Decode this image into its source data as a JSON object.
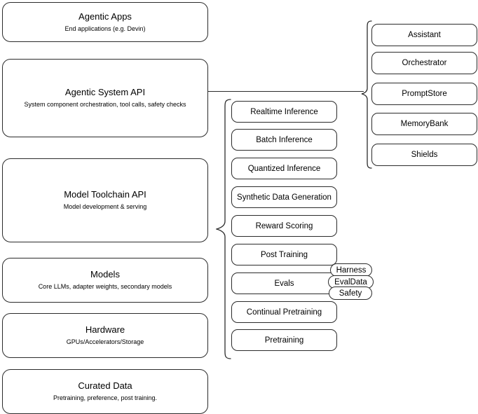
{
  "diagram": {
    "title": "Agentic stack layered architecture diagram",
    "stroke_color": "#2b2b2b",
    "background_color": "#ffffff"
  },
  "layers": [
    {
      "name": "agentic-apps",
      "title": "Agentic Apps",
      "subtitle": "End applications (e.g. Devin)"
    },
    {
      "name": "agentic-system-api",
      "title": "Agentic System API",
      "subtitle": "System component orchestration, tool calls, safety checks"
    },
    {
      "name": "model-toolchain-api",
      "title": "Model Toolchain API",
      "subtitle": "Model development & serving"
    },
    {
      "name": "models",
      "title": "Models",
      "subtitle": "Core LLMs, adapter weights, secondary models"
    },
    {
      "name": "hardware",
      "title": "Hardware",
      "subtitle": "GPUs/Accelerators/Storage"
    },
    {
      "name": "curated-data",
      "title": "Curated Data",
      "subtitle": "Pretraining, preference, post training."
    }
  ],
  "toolchain_items": [
    {
      "name": "realtime-inference",
      "label": "Realtime Inference"
    },
    {
      "name": "batch-inference",
      "label": "Batch Inference"
    },
    {
      "name": "quantized-inference",
      "label": "Quantized Inference"
    },
    {
      "name": "synthetic-data-generation",
      "label": "Synthetic Data Generation"
    },
    {
      "name": "reward-scoring",
      "label": "Reward Scoring"
    },
    {
      "name": "post-training",
      "label": "Post Training"
    },
    {
      "name": "evals",
      "label": "Evals"
    },
    {
      "name": "continual-pretraining",
      "label": "Continual Pretraining"
    },
    {
      "name": "pretraining",
      "label": "Pretraining"
    }
  ],
  "evals_pills": [
    {
      "name": "harness",
      "label": "Harness"
    },
    {
      "name": "evaldata",
      "label": "EvalData"
    },
    {
      "name": "safety",
      "label": "Safety"
    }
  ],
  "system_items": [
    {
      "name": "assistant",
      "label": "Assistant"
    },
    {
      "name": "orchestrator",
      "label": "Orchestrator"
    },
    {
      "name": "promptstore",
      "label": "PromptStore"
    },
    {
      "name": "memorybank",
      "label": "MemoryBank"
    },
    {
      "name": "shields",
      "label": "Shields"
    }
  ]
}
